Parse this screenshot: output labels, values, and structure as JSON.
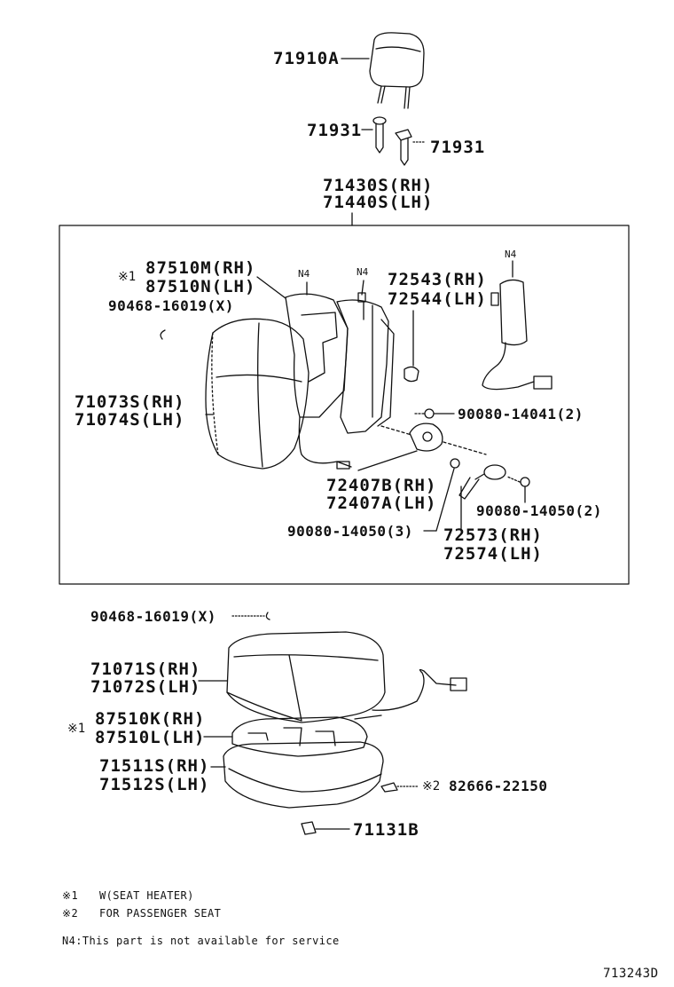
{
  "parts": {
    "headrest": "71910A",
    "support_left": "71931",
    "support_right": "71931",
    "back_assy_rh": "71430S(RH)",
    "back_assy_lh": "71440S(LH)",
    "heater_back_mark": "※1",
    "heater_back_rh": "87510M(RH)",
    "heater_back_lh": "87510N(LH)",
    "hog_ring_back": "90468-16019(X)",
    "back_cover_rh": "71073S(RH)",
    "back_cover_lh": "71074S(LH)",
    "hinge_cover_rh": "72543(RH)",
    "hinge_cover_lh": "72544(LH)",
    "bolt_a": "90080-14041(2)",
    "recliner_rh": "72407B(RH)",
    "recliner_lh": "72407A(LH)",
    "bolt_b": "90080-14050(3)",
    "bolt_c": "90080-14050(2)",
    "spring_rh": "72573(RH)",
    "spring_lh": "72574(LH)",
    "hog_ring_cushion": "90468-16019(X)",
    "cushion_cover_rh": "71071S(RH)",
    "cushion_cover_lh": "71072S(LH)",
    "heater_cushion_mark": "※1",
    "heater_cushion_rh": "87510K(RH)",
    "heater_cushion_lh": "87510L(LH)",
    "pad_rh": "71511S(RH)",
    "pad_lh": "71512S(LH)",
    "sensor_mark": "※2",
    "sensor": "82666-22150",
    "clip": "71131B"
  },
  "n4_marks": [
    "N4",
    "N4",
    "N4"
  ],
  "notes": {
    "note1_mark": "※1",
    "note1_text": "W(SEAT HEATER)",
    "note2_mark": "※2",
    "note2_text": "FOR PASSENGER SEAT",
    "n4_text": "N4:This part is not available for service"
  },
  "diagram_code": "713243D"
}
